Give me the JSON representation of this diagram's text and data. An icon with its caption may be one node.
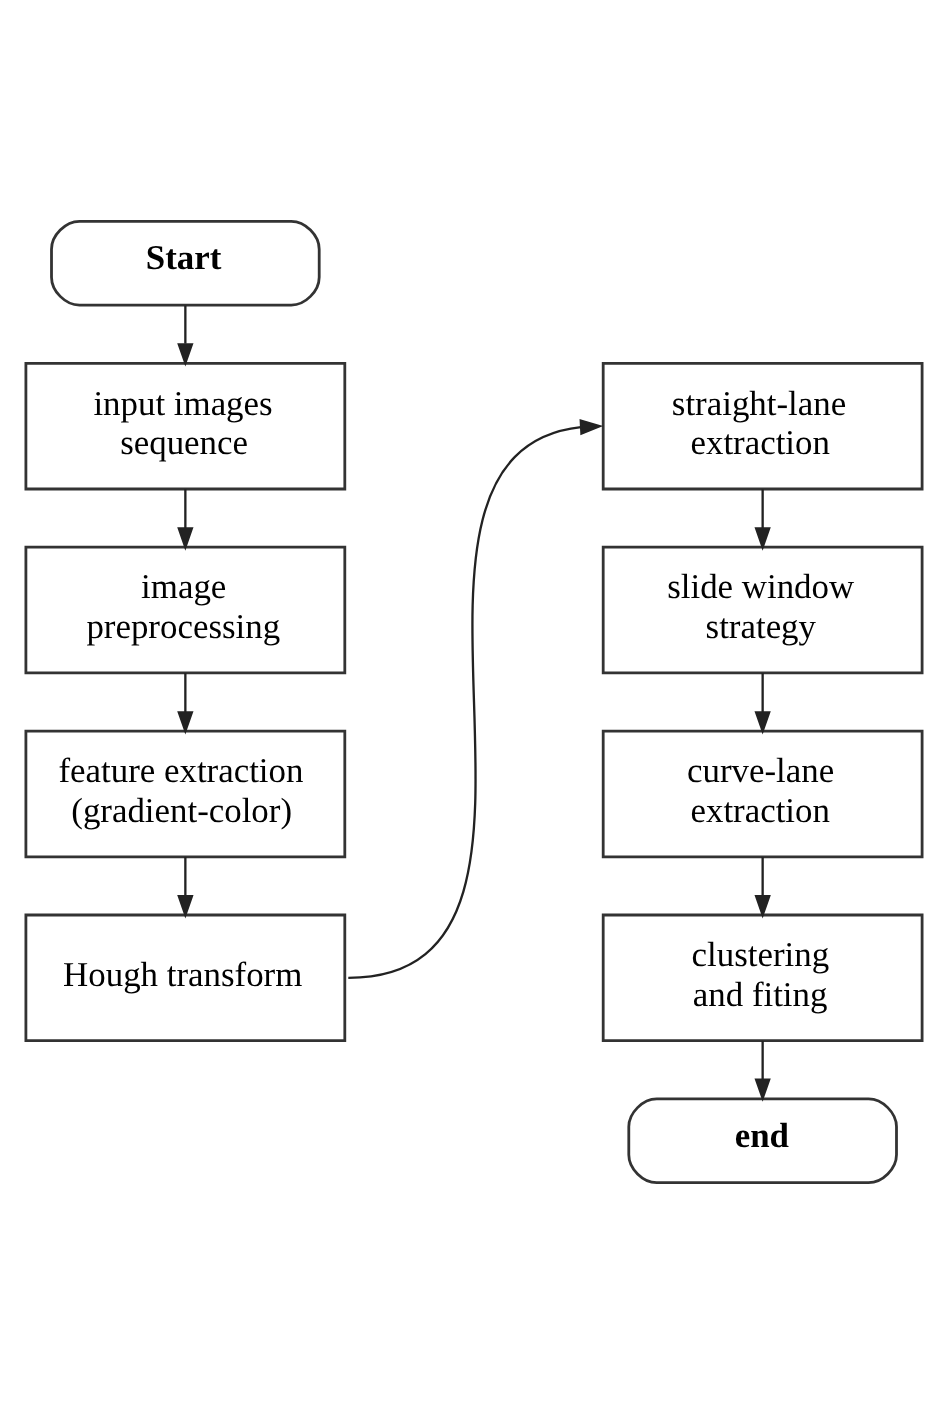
{
  "diagram": {
    "nodes": [
      {
        "text": [
          "Start"
        ]
      },
      {
        "text": [
          "input images sequence"
        ]
      },
      {
        "text": [
          "image preprocessing"
        ]
      },
      {
        "text": [
          "feature extraction (gradient-color)"
        ]
      },
      {
        "text": [
          "Hough transform"
        ]
      },
      {
        "text": [
          "straight-lane extraction"
        ]
      },
      {
        "text": [
          "slide window strategy"
        ]
      },
      {
        "text": [
          "curve-lane extraction"
        ]
      },
      {
        "text": [
          "clustering and fiting"
        ]
      },
      {
        "text": [
          "end"
        ]
      }
    ],
    "edges": [
      {
        "from": 0,
        "to": 1,
        "arrow": "to"
      },
      {
        "from": 1,
        "to": 2,
        "arrow": "to"
      },
      {
        "from": 2,
        "to": 3,
        "arrow": "to"
      },
      {
        "from": 3,
        "to": 4,
        "arrow": "to"
      },
      {
        "from": 4,
        "to": 5,
        "arrow": "to"
      },
      {
        "from": 5,
        "to": 6,
        "arrow": "to"
      },
      {
        "from": 6,
        "to": 7,
        "arrow": "to"
      },
      {
        "from": 7,
        "to": 8,
        "arrow": "to"
      },
      {
        "from": 8,
        "to": 9,
        "arrow": "to"
      }
    ]
  }
}
